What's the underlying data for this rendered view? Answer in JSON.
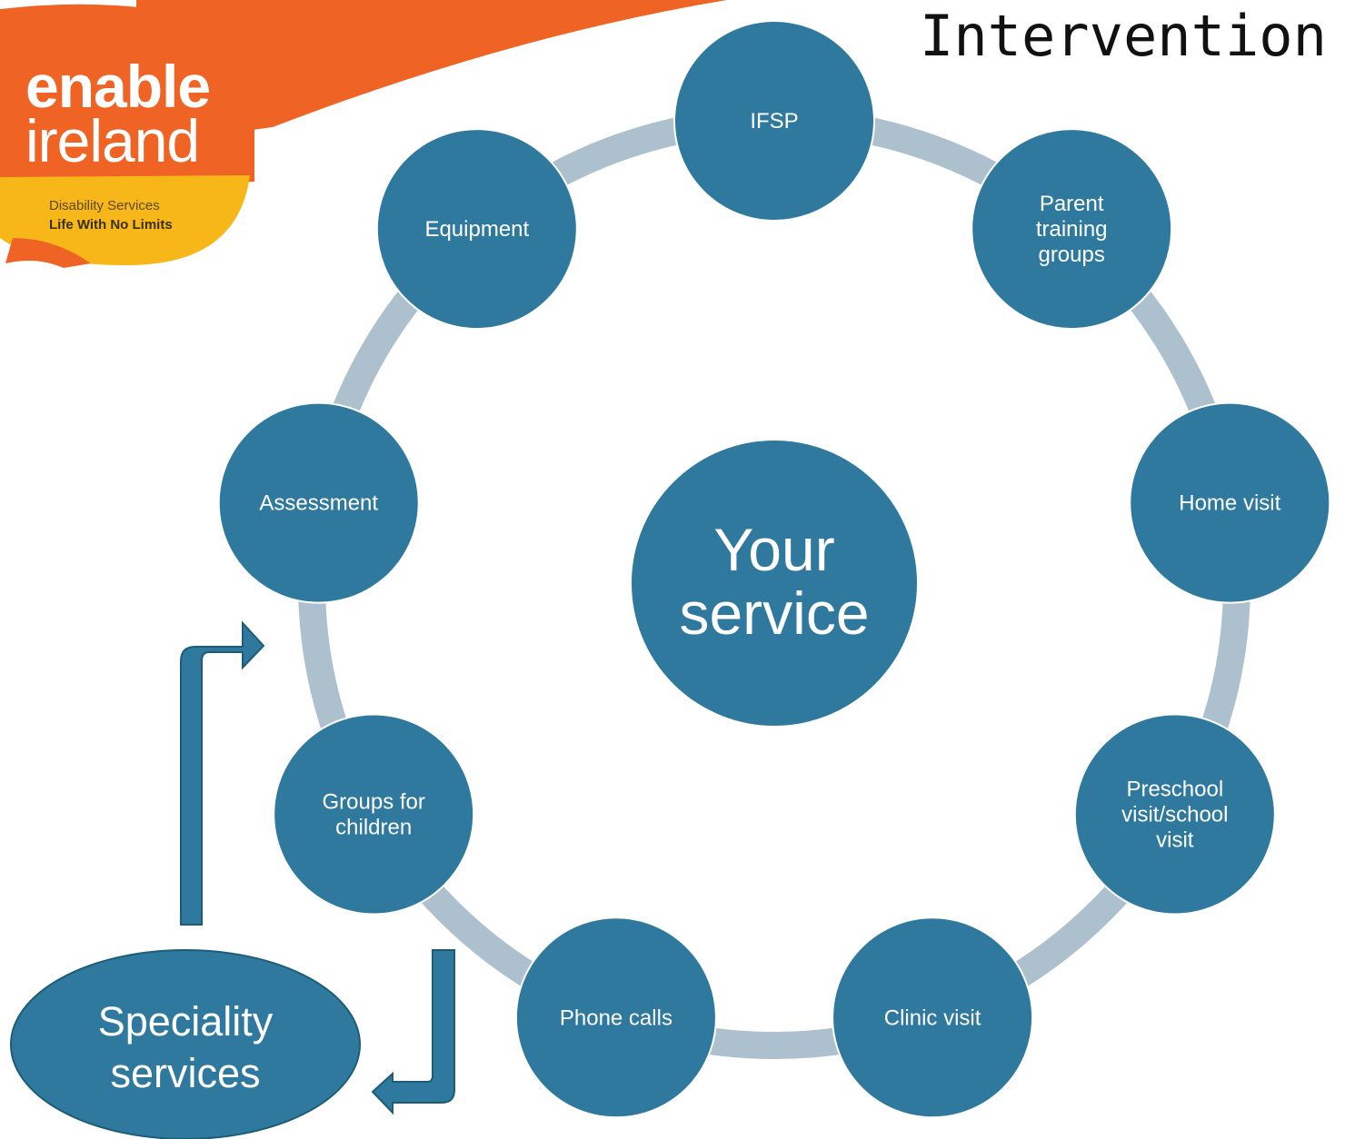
{
  "title": "Intervention",
  "logo": {
    "word1": "enable",
    "word2": "ireland",
    "tagline1": "Disability Services",
    "tagline2": "Life With No Limits"
  },
  "center": {
    "line1": "Your",
    "line2": "service"
  },
  "nodes": [
    {
      "id": "ifsp",
      "lines": [
        "IFSP"
      ]
    },
    {
      "id": "parent-training-groups",
      "lines": [
        "Parent",
        "training",
        "groups"
      ]
    },
    {
      "id": "home-visit",
      "lines": [
        "Home visit"
      ]
    },
    {
      "id": "preschool-school-visit",
      "lines": [
        "Preschool",
        "visit/school",
        "visit"
      ]
    },
    {
      "id": "clinic-visit",
      "lines": [
        "Clinic visit"
      ]
    },
    {
      "id": "phone-calls",
      "lines": [
        "Phone calls"
      ]
    },
    {
      "id": "groups-for-children",
      "lines": [
        "Groups for",
        "children"
      ]
    },
    {
      "id": "assessment",
      "lines": [
        "Assessment"
      ]
    },
    {
      "id": "equipment",
      "lines": [
        "Equipment"
      ]
    }
  ],
  "speciality": {
    "line1": "Speciality",
    "line2": "services"
  },
  "colors": {
    "node_fill": "#2e799d",
    "ring": "#adc0ce",
    "logo_orange": "#ef6424",
    "logo_yellow": "#f7b718",
    "text_on_node": "#ffffff"
  }
}
